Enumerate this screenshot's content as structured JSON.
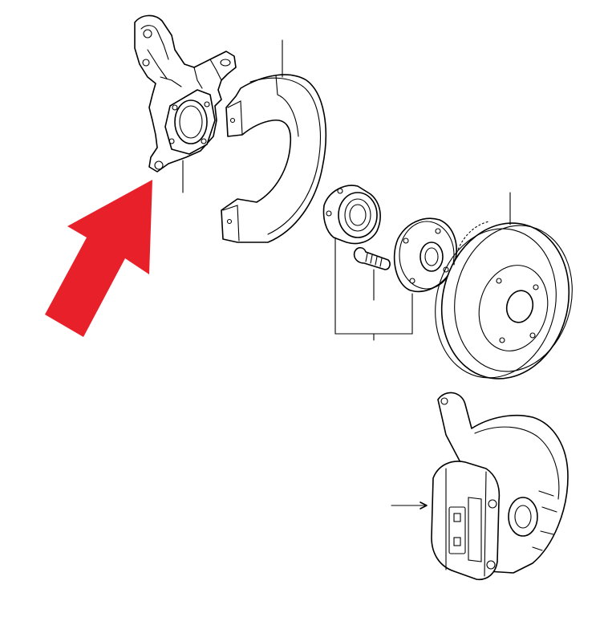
{
  "diagram": {
    "parts": [
      {
        "id": "steering-knuckle",
        "highlighted": true
      },
      {
        "id": "dust-shield"
      },
      {
        "id": "hub-bearing"
      },
      {
        "id": "wheel-hub"
      },
      {
        "id": "hub-bolt"
      },
      {
        "id": "brake-disc"
      },
      {
        "id": "brake-caliper-assembly"
      }
    ],
    "colors": {
      "highlight_arrow": "#e8202a",
      "line": "#000000",
      "background": "#ffffff"
    }
  }
}
